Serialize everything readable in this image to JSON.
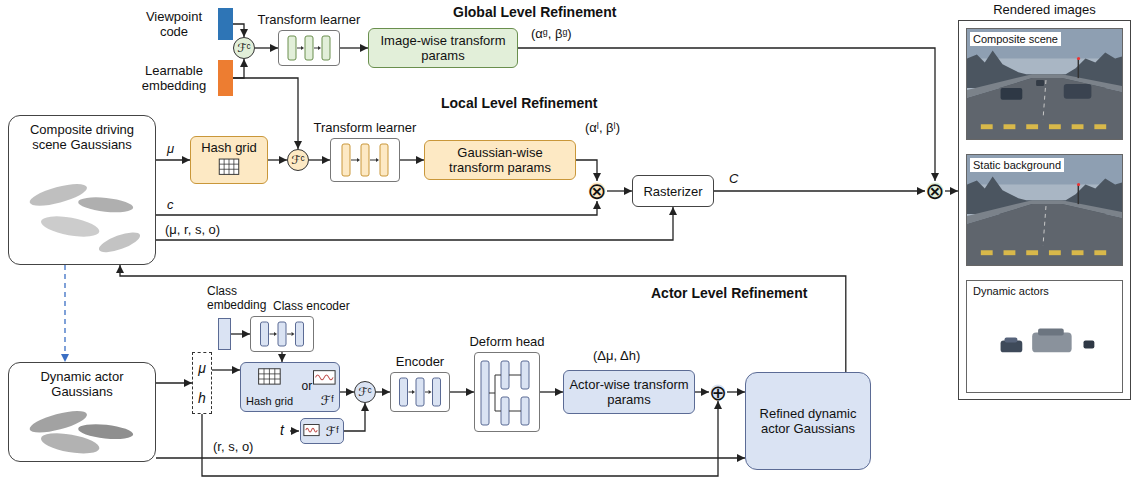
{
  "diagram": {
    "nodes": [
      {
        "text": [
          "Viewpoint code"
        ]
      },
      {
        "text": [
          "Learnable embedding"
        ]
      },
      {
        "text": [
          "ℱᶜ"
        ]
      },
      {
        "text": [
          "Transform learner"
        ]
      },
      {
        "text": [
          "Image-wise transform params"
        ]
      },
      {
        "text": [
          "⊗"
        ]
      },
      {
        "text": [
          "Composite driving scene Gaussians"
        ]
      },
      {
        "text": [
          "Hash grid"
        ]
      },
      {
        "text": [
          "ℱᶜ"
        ]
      },
      {
        "text": [
          "Transform learner"
        ]
      },
      {
        "text": [
          "Gaussian-wise transform params"
        ]
      },
      {
        "text": [
          "⊗"
        ]
      },
      {
        "text": [
          "Rasterizer"
        ]
      },
      {
        "text": [
          "Rendered images"
        ]
      },
      {
        "text": [
          "Composite scene"
        ],
        "in": 13
      },
      {
        "text": [
          "Static background"
        ],
        "in": 13
      },
      {
        "text": [
          "Dynamic actors"
        ],
        "in": 13
      },
      {
        "text": [
          "Dynamic actor Gaussians"
        ]
      },
      {
        "text": [
          "μ",
          "h"
        ]
      },
      {
        "text": [
          "Class embedding"
        ]
      },
      {
        "text": [
          "Class encoder"
        ]
      },
      {
        "text": [
          "Hash grid",
          "or",
          "ℱᶠ"
        ]
      },
      {
        "text": [
          "ℱᶠ"
        ]
      },
      {
        "text": [
          "ℱᶜ"
        ]
      },
      {
        "text": [
          "Encoder"
        ]
      },
      {
        "text": [
          "Deform head"
        ]
      },
      {
        "text": [
          "Actor-wise transform params"
        ]
      },
      {
        "text": [
          "⊕"
        ]
      },
      {
        "text": [
          "Refined dynamic actor Gaussians"
        ]
      }
    ],
    "edges": [
      {
        "from": 0,
        "to": 2,
        "arrow": "to"
      },
      {
        "from": 1,
        "to": 2,
        "arrow": "to"
      },
      {
        "from": 2,
        "to": 3,
        "arrow": "to"
      },
      {
        "from": 3,
        "to": 4,
        "arrow": "to"
      },
      {
        "from": 4,
        "to": 5,
        "arrow": "to"
      },
      {
        "from": 1,
        "to": 8,
        "arrow": "to"
      },
      {
        "from": 6,
        "to": 7,
        "label": "μ",
        "arrow": "to"
      },
      {
        "from": 7,
        "to": 8,
        "arrow": "to"
      },
      {
        "from": 8,
        "to": 9,
        "arrow": "to"
      },
      {
        "from": 9,
        "to": 10,
        "arrow": "to"
      },
      {
        "from": 10,
        "to": 11,
        "arrow": "to"
      },
      {
        "from": 6,
        "to": 11,
        "label": "c",
        "arrow": "to"
      },
      {
        "from": 11,
        "to": 12,
        "arrow": "to"
      },
      {
        "from": 6,
        "to": 12,
        "label": "(μ, r, s, o)",
        "arrow": "to"
      },
      {
        "from": 12,
        "to": 5,
        "label": "C",
        "arrow": "to"
      },
      {
        "from": 5,
        "to": 13,
        "arrow": "to"
      },
      {
        "from": 6,
        "to": 17,
        "arrow": "to"
      },
      {
        "from": 17,
        "to": 18,
        "arrow": "to"
      },
      {
        "from": 19,
        "to": 20,
        "arrow": "to"
      },
      {
        "from": 20,
        "to": 21,
        "arrow": "to"
      },
      {
        "from": 18,
        "to": 21,
        "arrow": "to"
      },
      {
        "from": 21,
        "to": 23,
        "arrow": "to"
      },
      {
        "from": 22,
        "to": 23,
        "arrow": "to"
      },
      {
        "from": 23,
        "to": 24,
        "arrow": "to"
      },
      {
        "from": 24,
        "to": 25,
        "arrow": "to"
      },
      {
        "from": 25,
        "to": 26,
        "arrow": "to"
      },
      {
        "from": 26,
        "to": 27,
        "arrow": "to"
      },
      {
        "from": 18,
        "to": 27,
        "arrow": "to"
      },
      {
        "from": 27,
        "to": 28,
        "arrow": "to"
      },
      {
        "from": 17,
        "to": 28,
        "label": "(r, s, o)",
        "arrow": "to"
      },
      {
        "from": 28,
        "to": 6,
        "arrow": "to"
      }
    ],
    "labels": [
      "Global Level Refinement",
      "(αᵍ, βᵍ)",
      "Local Level Refinement",
      "(αˡ, βˡ)",
      "Actor Level Refinement",
      "(Δμ, Δh)",
      "t"
    ]
  }
}
